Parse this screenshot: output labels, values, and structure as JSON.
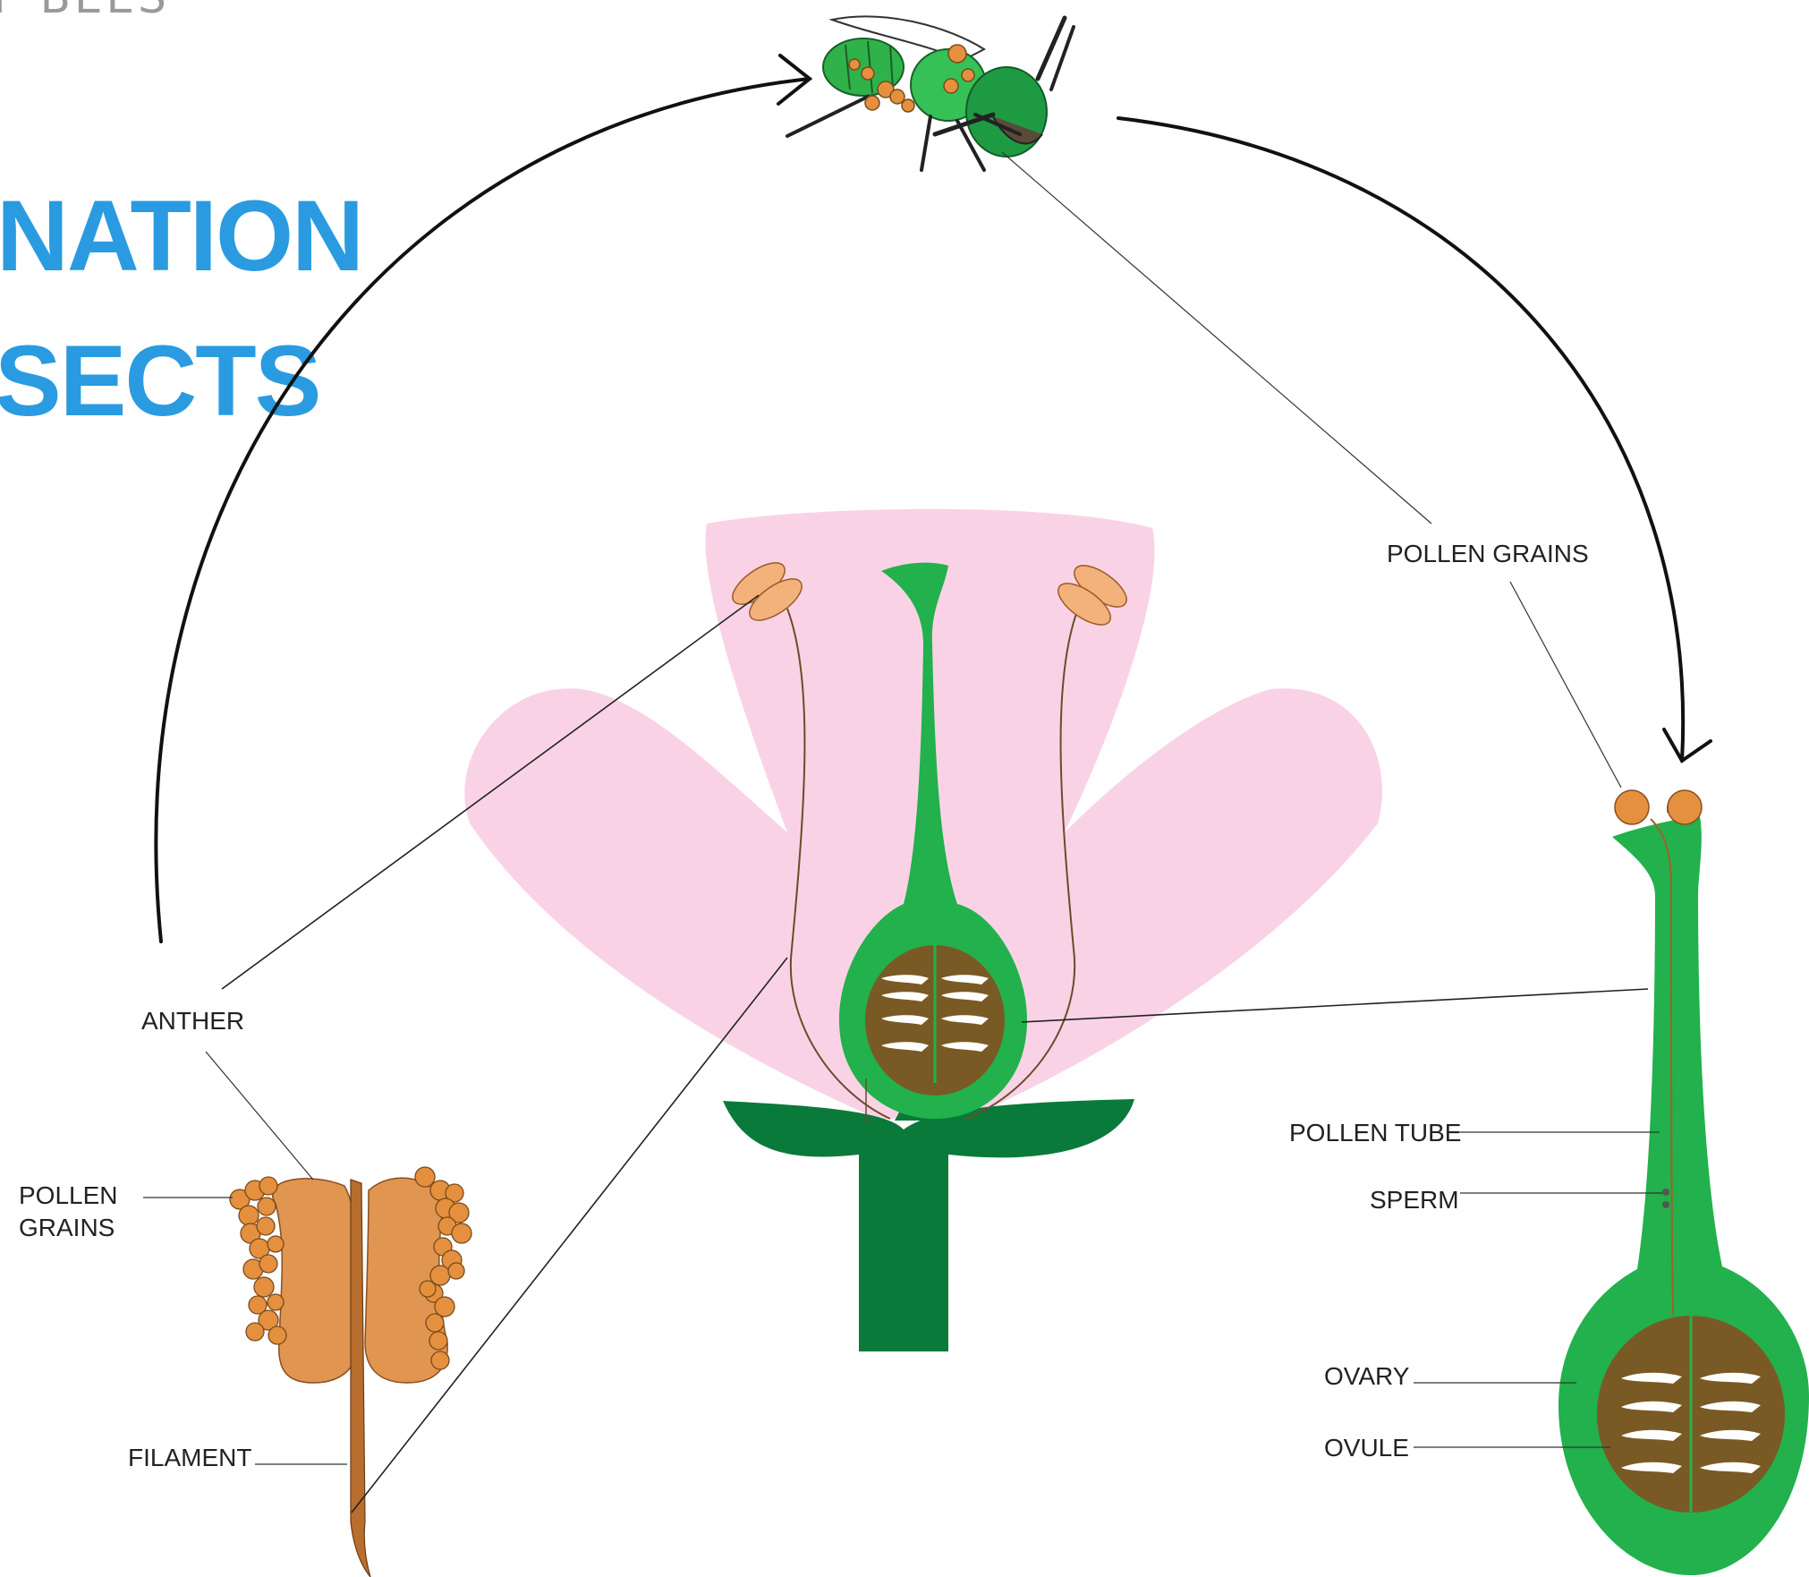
{
  "title": {
    "top_fragment": "F BEES",
    "line1_fragment": "NATION",
    "line2_fragment": "SECTS"
  },
  "labels": {
    "anther": "ANTHER",
    "pollen_grains_left_line1": "POLLEN",
    "pollen_grains_left_line2": "GRAINS",
    "filament": "FILAMENT",
    "pollen_grains_right": "POLLEN GRAINS",
    "pollen_tube": "POLLEN TUBE",
    "sperm": "SPERM",
    "ovary": "OVARY",
    "ovule": "OVULE"
  },
  "colors": {
    "title_blue": "#2a9be0",
    "petal_pink": "#f9d3e5",
    "pistil_green": "#22b14c",
    "dark_green": "#0a7a3a",
    "ovary_brown": "#7a5a24",
    "anther_orange": "#e09550",
    "pollen_orange": "#e4903e"
  },
  "icons": [
    "bee-icon",
    "flower-icon",
    "stamen-icon",
    "pistil-icon"
  ]
}
